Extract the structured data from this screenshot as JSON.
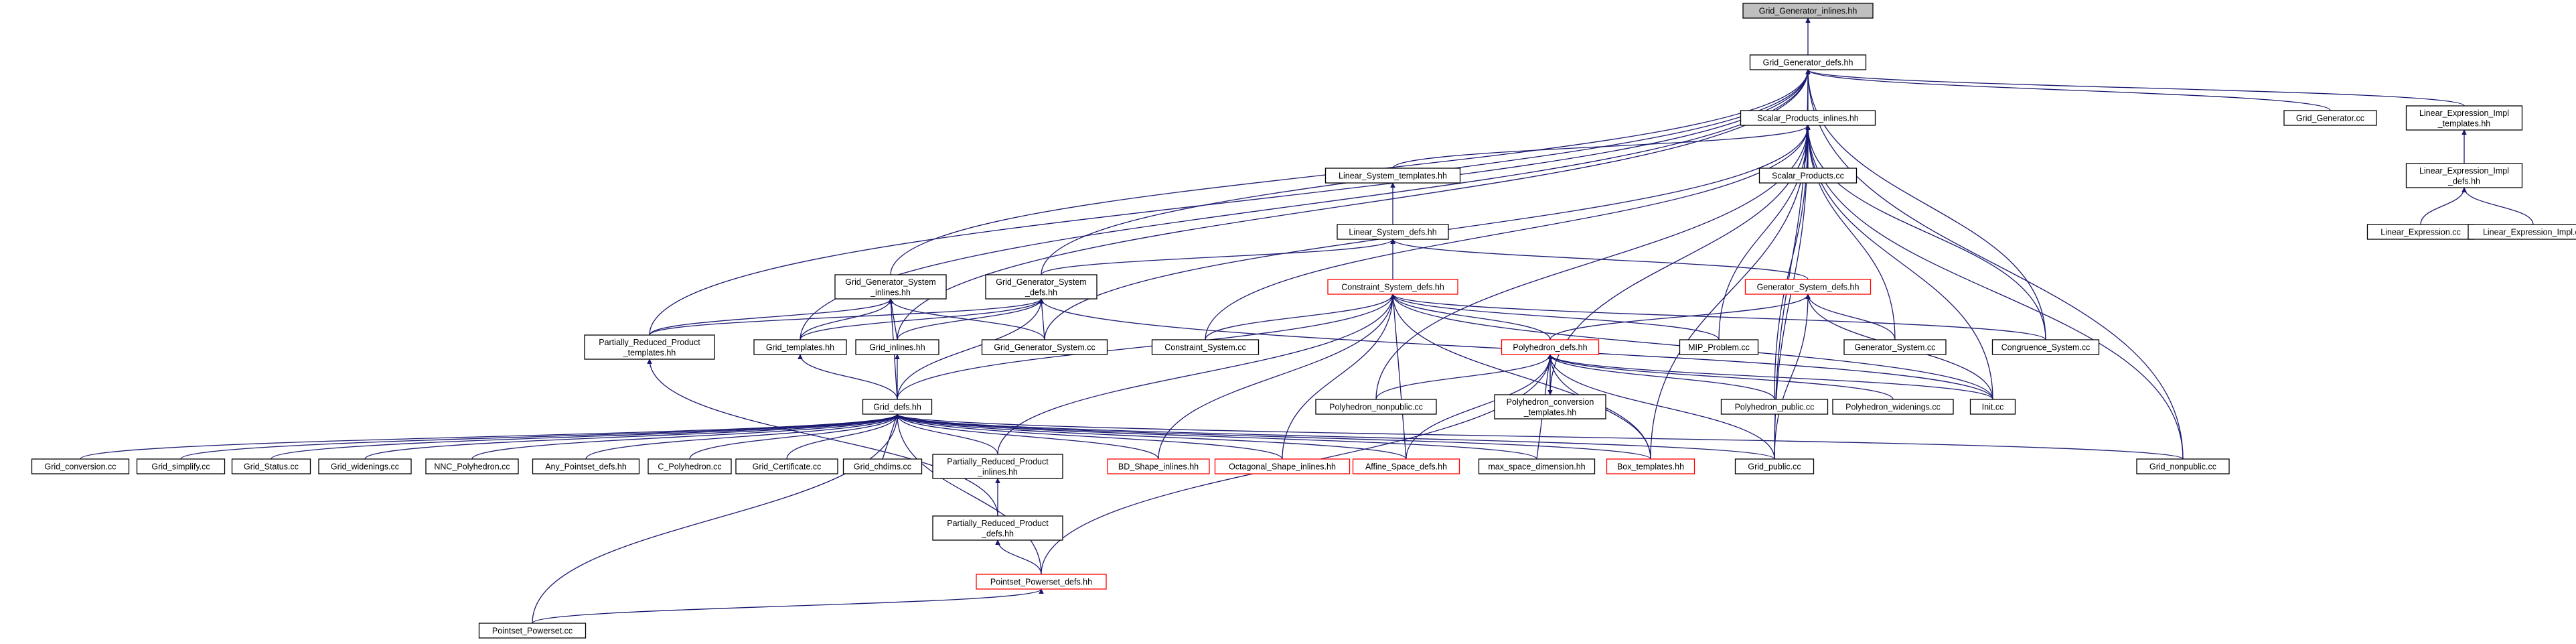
{
  "diagram": {
    "nodes": [
      {
        "id": "root",
        "lines": [
          "Grid_Generator_inlines.hh"
        ],
        "variant": "root"
      },
      {
        "id": "ggdefs",
        "lines": [
          "Grid_Generator_defs.hh"
        ]
      },
      {
        "id": "spinl",
        "lines": [
          "Scalar_Products_inlines.hh"
        ]
      },
      {
        "id": "ggcc",
        "lines": [
          "Grid_Generator.cc"
        ]
      },
      {
        "id": "leimplt",
        "lines": [
          "Linear_Expression_Impl",
          "_templates.hh"
        ]
      },
      {
        "id": "leimpld",
        "lines": [
          "Linear_Expression_Impl",
          "_defs.hh"
        ]
      },
      {
        "id": "lecc",
        "lines": [
          "Linear_Expression.cc"
        ]
      },
      {
        "id": "leimplcc",
        "lines": [
          "Linear_Expression_Impl.cc"
        ]
      },
      {
        "id": "lstt",
        "lines": [
          "Linear_System_templates.hh"
        ]
      },
      {
        "id": "spcc",
        "lines": [
          "Scalar_Products.cc"
        ]
      },
      {
        "id": "lsdefs",
        "lines": [
          "Linear_System_defs.hh"
        ]
      },
      {
        "id": "ggsinl",
        "lines": [
          "Grid_Generator_System",
          "_inlines.hh"
        ]
      },
      {
        "id": "ggsdefs",
        "lines": [
          "Grid_Generator_System",
          "_defs.hh"
        ]
      },
      {
        "id": "csdefs",
        "lines": [
          "Constraint_System_defs.hh"
        ],
        "variant": "red"
      },
      {
        "id": "gsdefs",
        "lines": [
          "Generator_System_defs.hh"
        ],
        "variant": "red"
      },
      {
        "id": "prpt",
        "lines": [
          "Partially_Reduced_Product",
          "_templates.hh"
        ]
      },
      {
        "id": "gridt",
        "lines": [
          "Grid_templates.hh"
        ]
      },
      {
        "id": "gridinl",
        "lines": [
          "Grid_inlines.hh"
        ]
      },
      {
        "id": "ggscc",
        "lines": [
          "Grid_Generator_System.cc"
        ]
      },
      {
        "id": "cscc",
        "lines": [
          "Constraint_System.cc"
        ]
      },
      {
        "id": "polydefs",
        "lines": [
          "Polyhedron_defs.hh"
        ],
        "variant": "red"
      },
      {
        "id": "mipcc",
        "lines": [
          "MIP_Problem.cc"
        ]
      },
      {
        "id": "gscc",
        "lines": [
          "Generator_System.cc"
        ]
      },
      {
        "id": "congcc",
        "lines": [
          "Congruence_System.cc"
        ]
      },
      {
        "id": "griddefs",
        "lines": [
          "Grid_defs.hh"
        ]
      },
      {
        "id": "polynpcc",
        "lines": [
          "Polyhedron_nonpublic.cc"
        ]
      },
      {
        "id": "polyconvt",
        "lines": [
          "Polyhedron_conversion",
          "_templates.hh"
        ]
      },
      {
        "id": "polypubcc",
        "lines": [
          "Polyhedron_public.cc"
        ]
      },
      {
        "id": "polywidcc",
        "lines": [
          "Polyhedron_widenings.cc"
        ]
      },
      {
        "id": "initcc",
        "lines": [
          "Init.cc"
        ]
      },
      {
        "id": "gridconv",
        "lines": [
          "Grid_conversion.cc"
        ]
      },
      {
        "id": "gridsimp",
        "lines": [
          "Grid_simplify.cc"
        ]
      },
      {
        "id": "gridstat",
        "lines": [
          "Grid_Status.cc"
        ]
      },
      {
        "id": "gridwid",
        "lines": [
          "Grid_widenings.cc"
        ]
      },
      {
        "id": "nncpoly",
        "lines": [
          "NNC_Polyhedron.cc"
        ]
      },
      {
        "id": "anyps",
        "lines": [
          "Any_Pointset_defs.hh"
        ]
      },
      {
        "id": "cpoly",
        "lines": [
          "C_Polyhedron.cc"
        ]
      },
      {
        "id": "gridcert",
        "lines": [
          "Grid_Certificate.cc"
        ]
      },
      {
        "id": "gridchd",
        "lines": [
          "Grid_chdims.cc"
        ]
      },
      {
        "id": "prpinl",
        "lines": [
          "Partially_Reduced_Product",
          "_inlines.hh"
        ]
      },
      {
        "id": "bdshape",
        "lines": [
          "BD_Shape_inlines.hh"
        ],
        "variant": "red"
      },
      {
        "id": "octshape",
        "lines": [
          "Octagonal_Shape_inlines.hh"
        ],
        "variant": "red"
      },
      {
        "id": "affine",
        "lines": [
          "Affine_Space_defs.hh"
        ],
        "variant": "red"
      },
      {
        "id": "maxsd",
        "lines": [
          "max_space_dimension.hh"
        ]
      },
      {
        "id": "boxt",
        "lines": [
          "Box_templates.hh"
        ],
        "variant": "red"
      },
      {
        "id": "gridpub",
        "lines": [
          "Grid_public.cc"
        ]
      },
      {
        "id": "gridnpub",
        "lines": [
          "Grid_nonpublic.cc"
        ]
      },
      {
        "id": "prpdefs",
        "lines": [
          "Partially_Reduced_Product",
          "_defs.hh"
        ]
      },
      {
        "id": "ppdefs",
        "lines": [
          "Pointset_Powerset_defs.hh"
        ],
        "variant": "red"
      },
      {
        "id": "pscc",
        "lines": [
          "Pointset_Powerset.cc"
        ]
      }
    ],
    "edges": [
      [
        "ggdefs",
        "root"
      ],
      [
        "spinl",
        "ggdefs"
      ],
      [
        "ggcc",
        "ggdefs"
      ],
      [
        "leimplt",
        "ggdefs"
      ],
      [
        "ggsinl",
        "ggdefs"
      ],
      [
        "ggsdefs",
        "ggdefs"
      ],
      [
        "prpt",
        "ggdefs"
      ],
      [
        "gridt",
        "ggdefs"
      ],
      [
        "gridinl",
        "ggdefs"
      ],
      [
        "gridpub",
        "ggdefs"
      ],
      [
        "gridnpub",
        "ggdefs"
      ],
      [
        "congcc",
        "ggdefs"
      ],
      [
        "leimpld",
        "leimplt"
      ],
      [
        "lecc",
        "leimpld"
      ],
      [
        "leimplcc",
        "leimpld"
      ],
      [
        "lstt",
        "spinl"
      ],
      [
        "spcc",
        "spinl"
      ],
      [
        "cscc",
        "spinl"
      ],
      [
        "gscc",
        "spinl"
      ],
      [
        "congcc",
        "spinl"
      ],
      [
        "mipcc",
        "spinl"
      ],
      [
        "polyconvt",
        "spinl"
      ],
      [
        "gridnpub",
        "spinl"
      ],
      [
        "polypubcc",
        "spinl"
      ],
      [
        "initcc",
        "spinl"
      ],
      [
        "boxt",
        "spinl"
      ],
      [
        "gridpub",
        "spinl"
      ],
      [
        "ggscc",
        "spinl"
      ],
      [
        "polynpcc",
        "spinl"
      ],
      [
        "lsdefs",
        "lstt"
      ],
      [
        "csdefs",
        "lsdefs"
      ],
      [
        "gsdefs",
        "lsdefs"
      ],
      [
        "ggsdefs",
        "lsdefs"
      ],
      [
        "prpt",
        "ggsinl"
      ],
      [
        "gridt",
        "ggsinl"
      ],
      [
        "gridinl",
        "ggsinl"
      ],
      [
        "ggscc",
        "ggsinl"
      ],
      [
        "griddefs",
        "ggsinl"
      ],
      [
        "prpt",
        "ggsdefs"
      ],
      [
        "gridt",
        "ggsdefs"
      ],
      [
        "gridinl",
        "ggsdefs"
      ],
      [
        "ggscc",
        "ggsdefs"
      ],
      [
        "griddefs",
        "ggsdefs"
      ],
      [
        "initcc",
        "ggsdefs"
      ],
      [
        "cscc",
        "csdefs"
      ],
      [
        "polydefs",
        "csdefs"
      ],
      [
        "mipcc",
        "csdefs"
      ],
      [
        "congcc",
        "csdefs"
      ],
      [
        "initcc",
        "csdefs"
      ],
      [
        "griddefs",
        "csdefs"
      ],
      [
        "prpinl",
        "csdefs"
      ],
      [
        "bdshape",
        "csdefs"
      ],
      [
        "octshape",
        "csdefs"
      ],
      [
        "affine",
        "csdefs"
      ],
      [
        "boxt",
        "csdefs"
      ],
      [
        "polydefs",
        "gsdefs"
      ],
      [
        "gscc",
        "gsdefs"
      ],
      [
        "initcc",
        "gsdefs"
      ],
      [
        "gridpub",
        "gsdefs"
      ],
      [
        "polynpcc",
        "polydefs"
      ],
      [
        "polyconvt",
        "polydefs"
      ],
      [
        "polypubcc",
        "polydefs"
      ],
      [
        "polywidcc",
        "polydefs"
      ],
      [
        "initcc",
        "polydefs"
      ],
      [
        "maxsd",
        "polydefs"
      ],
      [
        "boxt",
        "polydefs"
      ],
      [
        "gridpub",
        "polydefs"
      ],
      [
        "ppdefs",
        "polydefs"
      ],
      [
        "affine",
        "polydefs"
      ],
      [
        "polydefs",
        "polyconvt"
      ],
      [
        "griddefs",
        "gridt"
      ],
      [
        "griddefs",
        "gridinl"
      ],
      [
        "gridconv",
        "griddefs"
      ],
      [
        "gridsimp",
        "griddefs"
      ],
      [
        "gridstat",
        "griddefs"
      ],
      [
        "gridwid",
        "griddefs"
      ],
      [
        "nncpoly",
        "griddefs"
      ],
      [
        "anyps",
        "griddefs"
      ],
      [
        "cpoly",
        "griddefs"
      ],
      [
        "gridcert",
        "griddefs"
      ],
      [
        "gridchd",
        "griddefs"
      ],
      [
        "prpinl",
        "griddefs"
      ],
      [
        "bdshape",
        "griddefs"
      ],
      [
        "octshape",
        "griddefs"
      ],
      [
        "affine",
        "griddefs"
      ],
      [
        "maxsd",
        "griddefs"
      ],
      [
        "boxt",
        "griddefs"
      ],
      [
        "gridpub",
        "griddefs"
      ],
      [
        "gridnpub",
        "griddefs"
      ],
      [
        "ppdefs",
        "griddefs"
      ],
      [
        "pscc",
        "griddefs"
      ],
      [
        "prpdefs",
        "prpinl"
      ],
      [
        "prpdefs",
        "prpt"
      ],
      [
        "ppdefs",
        "prpdefs"
      ],
      [
        "pscc",
        "ppdefs"
      ]
    ]
  }
}
